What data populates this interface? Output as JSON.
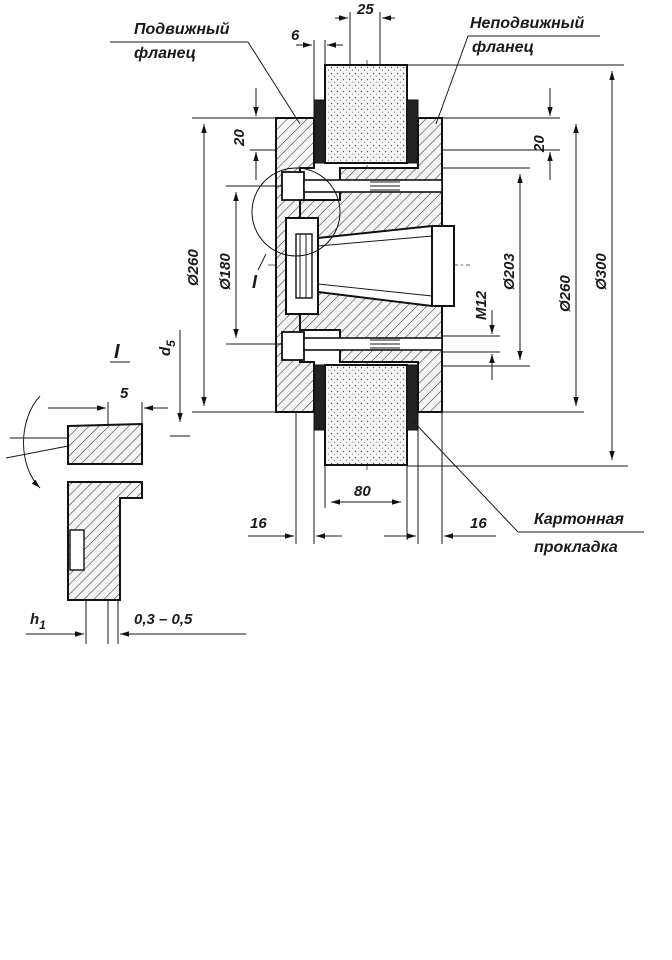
{
  "labels": {
    "movable_flange": [
      "Подвижный",
      "фланец"
    ],
    "fixed_flange": [
      "Неподвижный",
      "фланец"
    ],
    "gasket": [
      "Картонная",
      "прокладка"
    ],
    "detail_mark": "I",
    "detail_title": "I"
  },
  "dimensions": {
    "d25": "25",
    "d6": "6",
    "d20_left": "20",
    "d20_right": "20",
    "d260_left": "Ø260",
    "d180": "Ø180",
    "d203": "Ø203",
    "d260_right": "Ø260",
    "d300": "Ø300",
    "m12": "M12",
    "d5_label": "d",
    "d5_sub": "5",
    "d80": "80",
    "d16_left": "16",
    "d16_right": "16",
    "detail_5": "5",
    "h1_label": "h",
    "h1_sub": "1",
    "gap": "0,3 – 0,5"
  }
}
